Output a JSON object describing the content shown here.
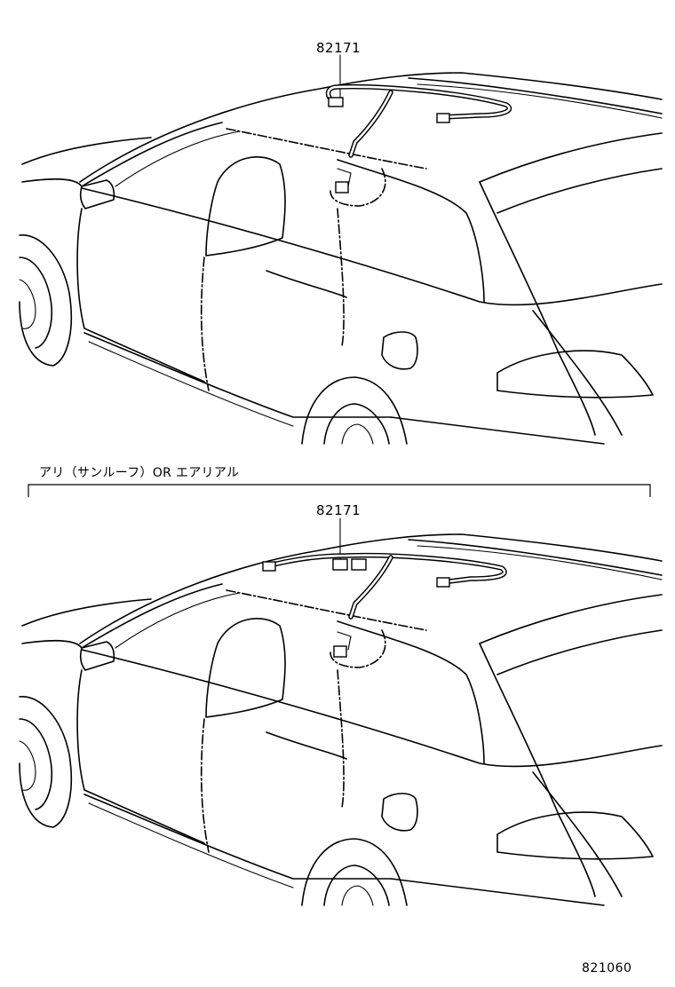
{
  "diagram": {
    "views": [
      {
        "id": "top",
        "part_number": "82171"
      },
      {
        "id": "bottom",
        "part_number": "82171"
      }
    ],
    "variant_label": "アリ（サンルーフ）OR エアリアル",
    "figure_code": "821060"
  }
}
